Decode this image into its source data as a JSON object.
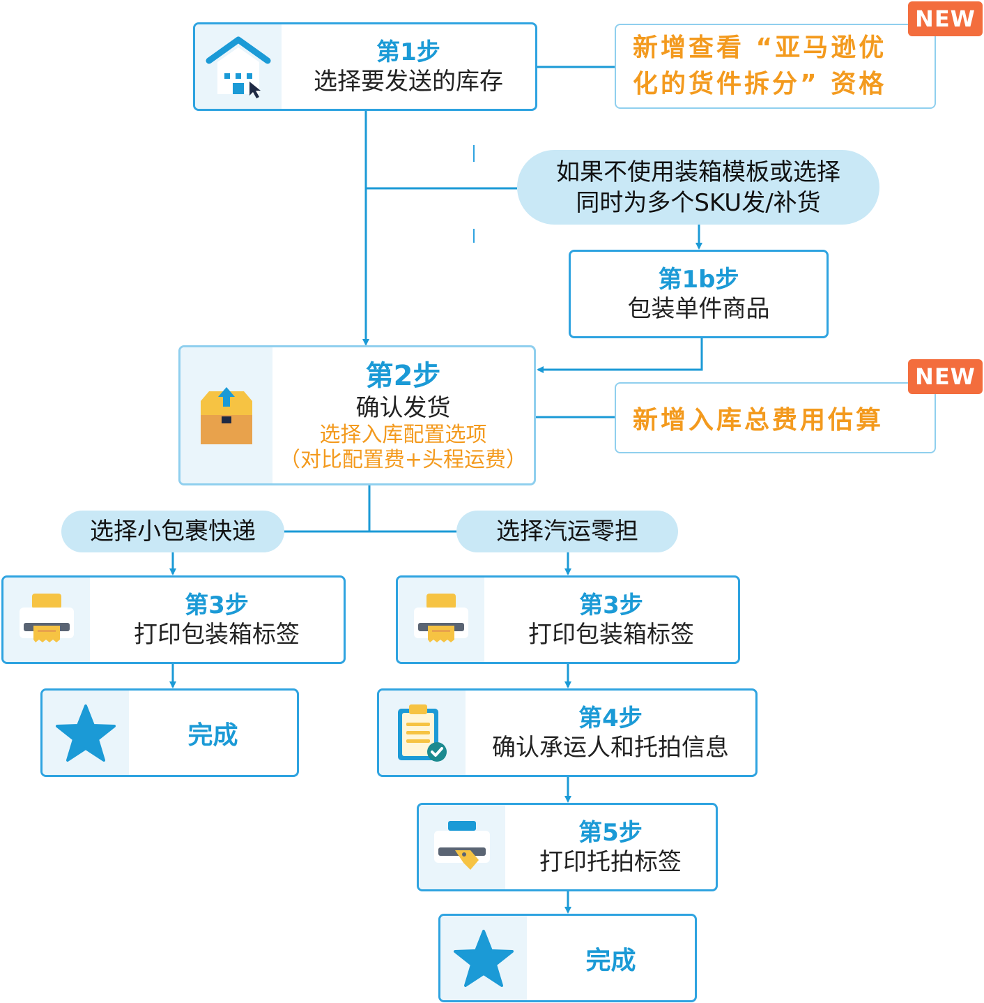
{
  "step1": {
    "step": "第1步",
    "desc": "选择要发送的库存"
  },
  "note_new1": {
    "tag": "NEW",
    "line1": "新增查看 “亚马逊优",
    "line2": "化的货件拆分” 资格"
  },
  "condition": {
    "line1": "如果不使用装箱模板或选择",
    "line2": "同时为多个SKU发/补货"
  },
  "step1b": {
    "step": "第1b步",
    "desc": "包装单件商品"
  },
  "step2": {
    "step": "第2步",
    "desc": "确认发货",
    "sub1": "选择入库配置选项",
    "sub2": "（对比配置费+头程运费）"
  },
  "note_new2": {
    "tag": "NEW",
    "text": "新增入库总费用估算"
  },
  "branch_small": "选择小包裹快递",
  "branch_ltl": "选择汽运零担",
  "left_step3": {
    "step": "第3步",
    "desc": "打印包装箱标签"
  },
  "left_done": "完成",
  "right_step3": {
    "step": "第3步",
    "desc": "打印包装箱标签"
  },
  "right_step4": {
    "step": "第4步",
    "desc": "确认承运人和托拍信息"
  },
  "right_step5": {
    "step": "第5步",
    "desc": "打印托拍标签"
  },
  "right_done": "完成",
  "colors": {
    "accent": "#1b9ad6",
    "border": "#2ea3e0",
    "highlight": "#f39a1e",
    "new_tag": "#f36d3d",
    "pill": "#c9e8f6",
    "icon_bg": "#eaf5fb"
  }
}
